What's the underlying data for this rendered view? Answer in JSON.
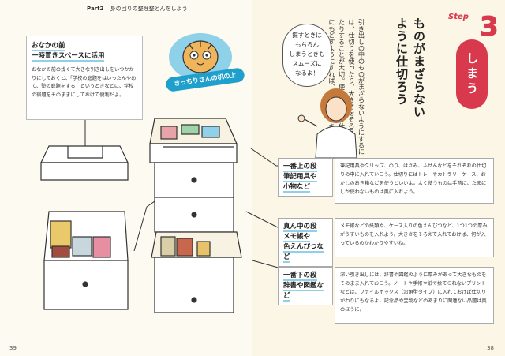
{
  "header": {
    "part": "Part2",
    "title": "身の回りの整理整とんをしよう"
  },
  "page_numbers": {
    "left": "39",
    "right": "38"
  },
  "step": {
    "label": "Step",
    "number": "3",
    "pill": "しまう"
  },
  "title": {
    "lines": [
      "ものがまざらない",
      "ように仕切ろう"
    ]
  },
  "body": "引き出しの中のものがまざらないようにするには、仕切りを使ったり、大きさをそろえて入れたりすることが大切。使ったらその仕切りの中にもどすようにすれば、いつもスッキリだね。",
  "bubble": {
    "lines": [
      "探すときは",
      "もちろん",
      "しまうときも",
      "スムーズに",
      "なるよ！"
    ]
  },
  "intro": {
    "title_lines": [
      "おなかの前",
      "一時置きスペースに活用"
    ],
    "body": "おなかの前の浅くて大きな引き出しをいつかかりにしておくと、「学校の庭題をはいったんやめて、塾の庭題をする」というときなどに、学校の宿題をそのままにしておけて便利だよ。"
  },
  "badge": {
    "label": "きっちりさんの机の上"
  },
  "sections": [
    {
      "title_lines": [
        "一番上の段",
        "筆記用具や",
        "小物など"
      ],
      "desc": "筆記用具やクリップ、のり、はさみ、ふせんなどをそれぞれの仕切りの中に入れていこう。仕切りにはトレーやカトラリーケース、おかしのあき箱などを使うといいよ。よく使うものは手前に、たまにしか使わないものは奥に入れよう。"
    },
    {
      "title_lines": [
        "真ん中の段",
        "メモ帳や",
        "色えんぴつなど"
      ],
      "desc": "メモ帳などの紙類や、ケース入りの色えんぴつなど、1つ1つの厚みがうすいものを入れよう。大きさをそろえて入れておけば、何が入っているのかわかりやすいね。"
    },
    {
      "title_lines": [
        "一番下の段",
        "辞書や図鑑など"
      ],
      "desc": "深い引き出しには、辞書や図鑑のように厚みがあって大きなものをそのまま入れておこう。ノートや手帳や紙で捨てられないプリントなどは、ファイルボックス（沿角型タイプ）に入れておけば仕切りがわりにもなるよ。記念品や宝物などのあまりに関連ない品題は奥のほうに。"
    }
  ],
  "colors": {
    "accent": "#d9394c",
    "blue": "#1f9fcc",
    "lightblue": "#8fd1e8",
    "bg": "#fbf6e6"
  }
}
